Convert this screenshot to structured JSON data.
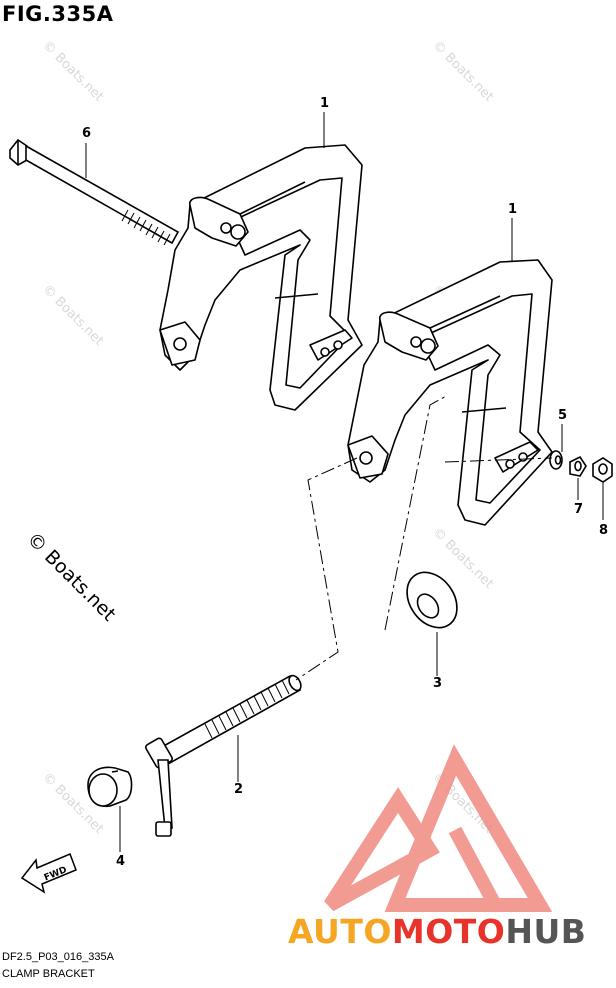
{
  "figure": {
    "title": "FIG.335A"
  },
  "callouts": [
    {
      "id": "part-1-upper",
      "label": "1"
    },
    {
      "id": "part-1-lower",
      "label": "1"
    },
    {
      "id": "part-2",
      "label": "2"
    },
    {
      "id": "part-3",
      "label": "3"
    },
    {
      "id": "part-4",
      "label": "4"
    },
    {
      "id": "part-5",
      "label": "5"
    },
    {
      "id": "part-6",
      "label": "6"
    },
    {
      "id": "part-7",
      "label": "7"
    },
    {
      "id": "part-8",
      "label": "8"
    }
  ],
  "watermark": {
    "small": "© Boats.net",
    "large": "© Boats.net"
  },
  "fwd_arrow": {
    "label": "FWD"
  },
  "brand": {
    "part1": "AUTO",
    "part2": "MOTO",
    "part3": "HUB",
    "colors": {
      "auto": "#f5a623",
      "moto": "#e8332a",
      "hub": "#555555"
    }
  },
  "footer": {
    "code": "DF2.5_P03_016_335A",
    "name": "CLAMP BRACKET"
  }
}
